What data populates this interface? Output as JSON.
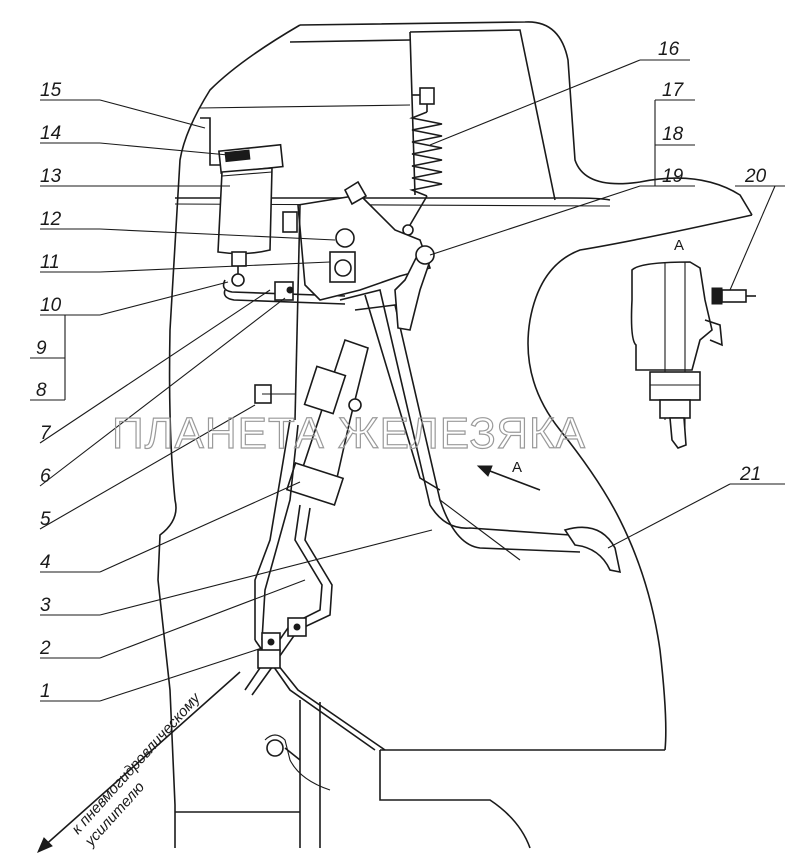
{
  "diagram": {
    "callouts": [
      "1",
      "2",
      "3",
      "4",
      "5",
      "6",
      "7",
      "8",
      "9",
      "10",
      "11",
      "12",
      "13",
      "14",
      "15",
      "16",
      "17",
      "18",
      "19",
      "20",
      "21"
    ],
    "view_label": "A",
    "arrow_label": "A",
    "caption_line1": "к пневмогидровлическому",
    "caption_line2": "усилителю",
    "watermark": "ПЛАНЕТА ЖЕЛЕЗЯКА"
  }
}
